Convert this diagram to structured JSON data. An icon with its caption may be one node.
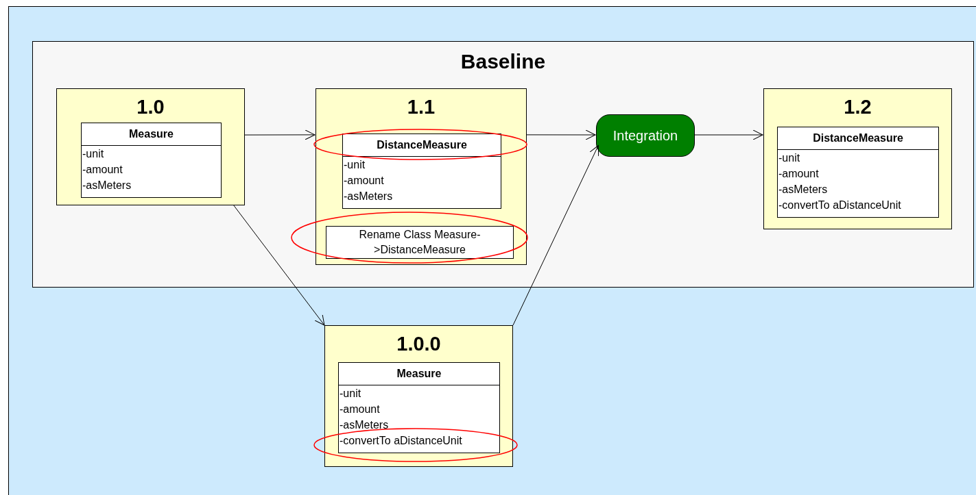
{
  "diagram": {
    "nodes": [
      {
        "text": [
          "Baseline"
        ]
      },
      {
        "text": [
          "1.0"
        ],
        "in": 0
      },
      {
        "text": [
          "Measure",
          "-unit",
          "-amount",
          "-asMeters"
        ],
        "in": 1
      },
      {
        "text": [
          "1.1"
        ],
        "in": 0
      },
      {
        "text": [
          "DistanceMeasure",
          "-unit",
          "-amount",
          "-asMeters"
        ],
        "in": 3
      },
      {
        "text": [
          "Rename Class Measure->DistanceMeasure"
        ],
        "in": 3
      },
      {
        "text": [
          "Integration"
        ],
        "in": 0
      },
      {
        "text": [
          "1.2"
        ],
        "in": 0
      },
      {
        "text": [
          "DistanceMeasure",
          "-unit",
          "-amount",
          "-asMeters",
          "-convertTo aDistanceUnit"
        ],
        "in": 7
      },
      {
        "text": [
          "1.0.0"
        ]
      },
      {
        "text": [
          "Measure",
          "-unit",
          "-amount",
          "-asMeters",
          "-convertTo aDistanceUnit"
        ],
        "in": 9
      }
    ],
    "edges": [
      {
        "from": 1,
        "to": 3,
        "arrow": "to"
      },
      {
        "from": 1,
        "to": 9,
        "arrow": "to"
      },
      {
        "from": 3,
        "to": 6,
        "arrow": "to"
      },
      {
        "from": 9,
        "to": 6,
        "arrow": "to"
      },
      {
        "from": 6,
        "to": 7,
        "arrow": "to"
      }
    ]
  }
}
